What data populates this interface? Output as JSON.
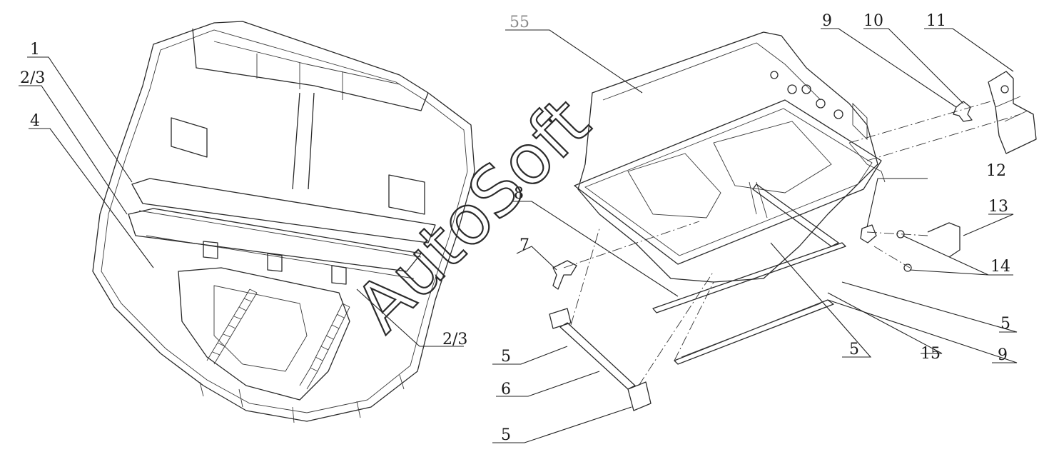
{
  "diagram": {
    "watermark": "AutoSoft",
    "left_view": {
      "labels": {
        "l1": "1",
        "l2": "2/3",
        "l3": "4",
        "l4": "2/3"
      }
    },
    "right_view": {
      "labels": {
        "r55": "55",
        "r9a": "9",
        "r10": "10",
        "r11": "11",
        "r12": "12",
        "r13": "13",
        "r14": "14",
        "r8": "8",
        "r7": "7",
        "r5a": "5",
        "r5b": "5",
        "r15": "15",
        "r9b": "9",
        "r5c": "5",
        "r6": "6",
        "r5d": "5"
      }
    },
    "colors": {
      "line": "#2a2a2a",
      "background": "#ffffff",
      "label_gray": "#8a8a8a"
    }
  }
}
